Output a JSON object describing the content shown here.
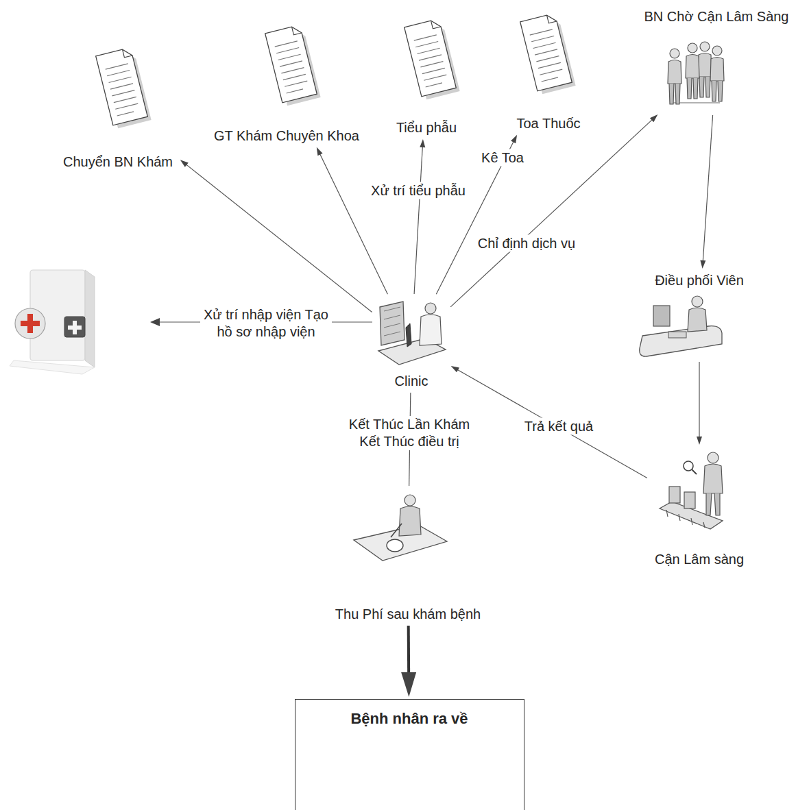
{
  "diagram": {
    "nodes": [
      {
        "text": [
          "Chuyển BN Khám"
        ]
      },
      {
        "text": [
          "GT Khám Chuyên Khoa"
        ]
      },
      {
        "text": [
          "Tiểu phẫu"
        ]
      },
      {
        "text": [
          "Toa Thuốc"
        ]
      },
      {
        "text": [
          "BN Chờ Cận Lâm Sàng"
        ]
      },
      {
        "text": [
          "Điều phối Viên"
        ]
      },
      {
        "text": [
          "Clinic"
        ]
      },
      {
        "text": [
          "Cận Lâm sàng"
        ]
      },
      {
        "text": [
          "Thu Phí sau khám bệnh"
        ]
      },
      {
        "text": [
          "Bệnh nhân ra về"
        ]
      }
    ],
    "edges": [
      {
        "from": 6,
        "to": 0,
        "arrow": "to"
      },
      {
        "from": 6,
        "to": 1,
        "arrow": "to"
      },
      {
        "from": 6,
        "to": 2,
        "label": "Xử trí tiểu phẫu",
        "arrow": "to"
      },
      {
        "from": 6,
        "to": 3,
        "label": "Kê Toa",
        "arrow": "to"
      },
      {
        "from": 6,
        "to": 4,
        "label": "Chỉ định dịch vụ",
        "arrow": "to"
      },
      {
        "from": 4,
        "to": 5,
        "arrow": "to"
      },
      {
        "from": 5,
        "to": 7,
        "arrow": "to"
      },
      {
        "from": 7,
        "to": 6,
        "label": "Trả kết quả",
        "arrow": "to"
      },
      {
        "from": 6,
        "to": 8,
        "label": "Kết Thúc Lần Khám Kết Thúc điều trị",
        "arrow": "none"
      },
      {
        "from": 8,
        "to": 9,
        "arrow": "to"
      }
    ],
    "labels": [
      "Xử trí nhập viện Tạo hồ sơ nhập viện"
    ]
  }
}
